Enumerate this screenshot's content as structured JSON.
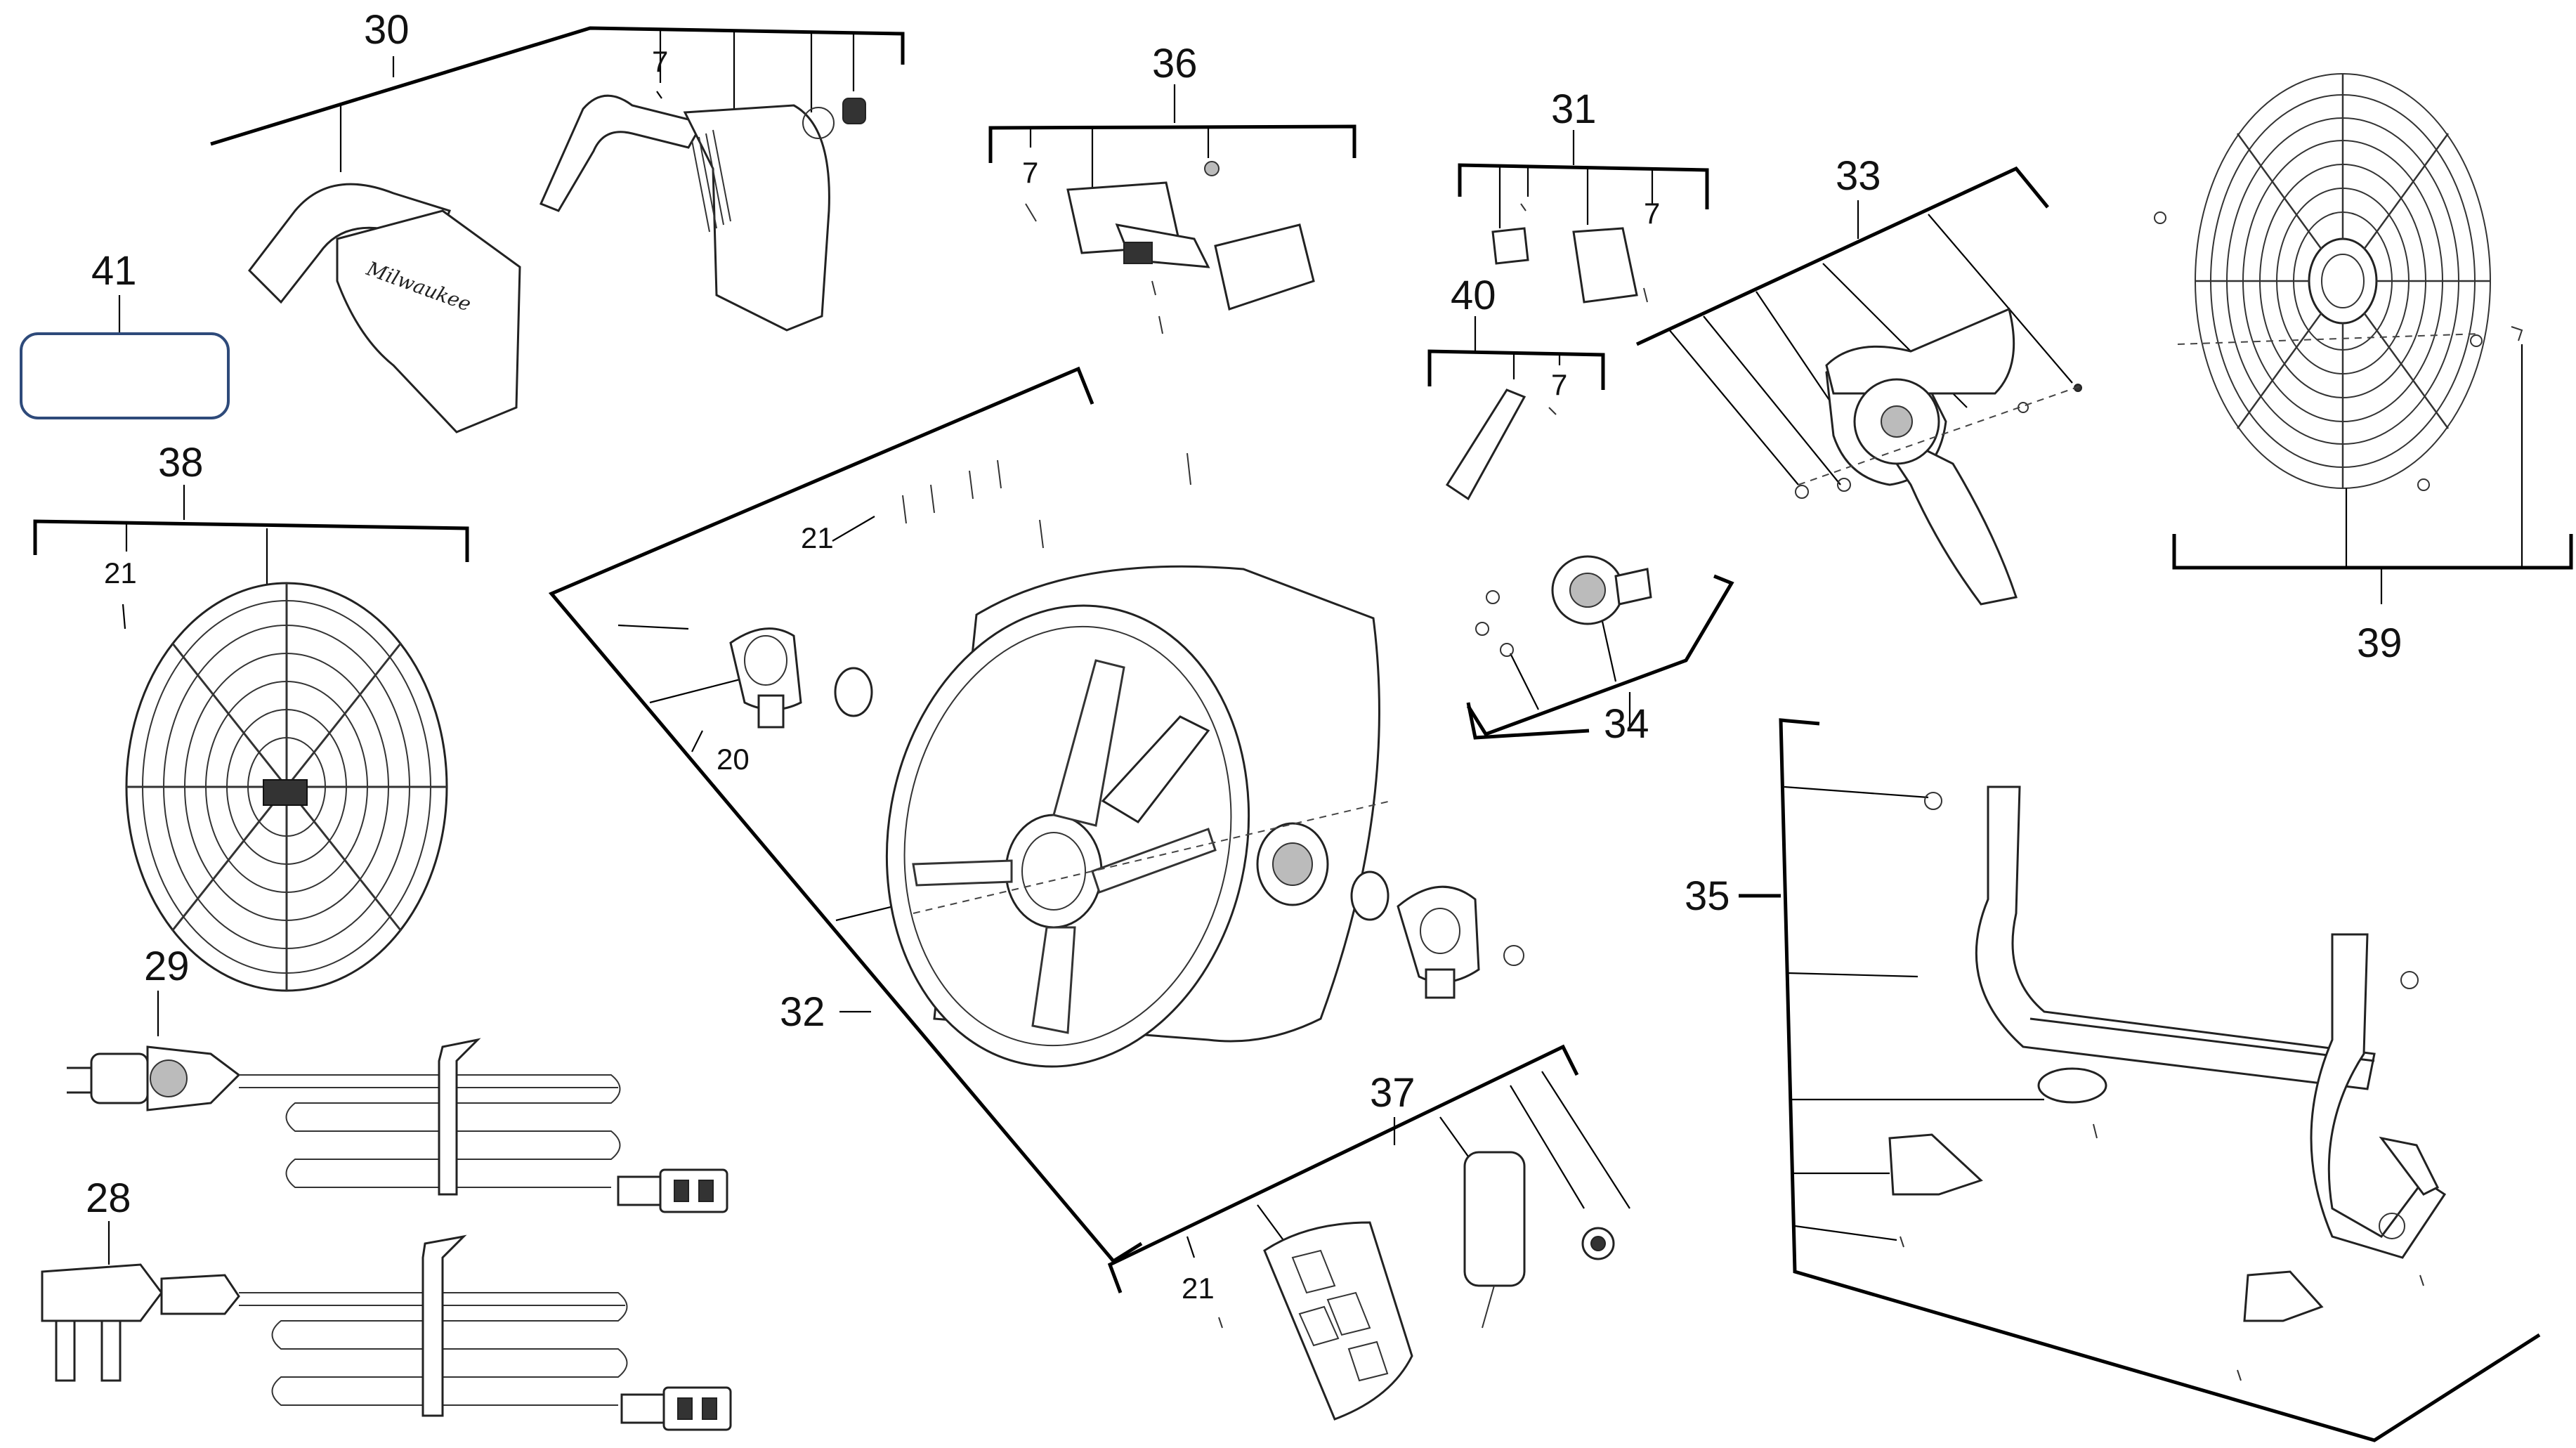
{
  "callouts": {
    "c30": "30",
    "c7_a": "7",
    "c36": "36",
    "c7_b": "7",
    "c31": "31",
    "c7_c": "7",
    "c33": "33",
    "c40": "40",
    "c7_d": "7",
    "c41": "41",
    "c38": "38",
    "c21_a": "21",
    "c21_b": "21",
    "c20": "20",
    "c34": "34",
    "c39": "39",
    "c35": "35",
    "c32": "32",
    "c29": "29",
    "c37": "37",
    "c21_c": "21",
    "c28": "28"
  },
  "icons": [
    "fan-grille-icon",
    "fan-blade-icon",
    "power-cord-icon",
    "stand-frame-icon",
    "motor-icon",
    "power-supply-icon"
  ]
}
